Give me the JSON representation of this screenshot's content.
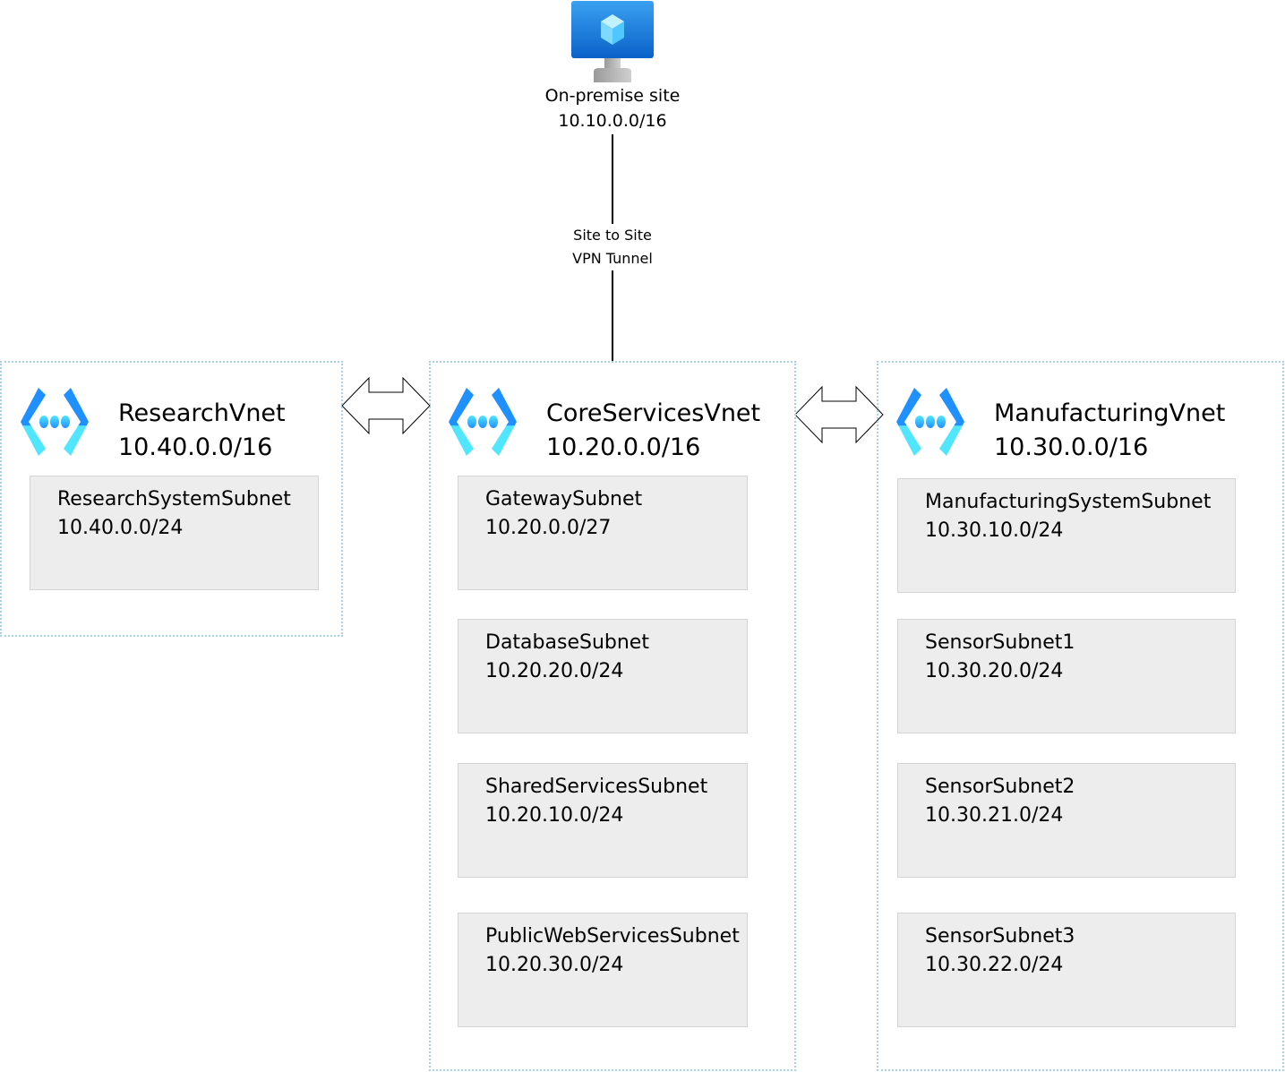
{
  "on_premise": {
    "name": "On-premise site",
    "cidr": "10.10.0.0/16",
    "icon": "monitor-icon"
  },
  "tunnel": {
    "line1": "Site to Site",
    "line2": "VPN Tunnel"
  },
  "colors": {
    "vnet_border": "#a9cfe9",
    "subnet_fill": "#ededed",
    "icon_blue_dark": "#1e90ff",
    "icon_blue_light": "#50e6ff"
  },
  "vnets": {
    "research": {
      "name": "ResearchVnet",
      "cidr": "10.40.0.0/16",
      "subnets": [
        {
          "name": "ResearchSystemSubnet",
          "cidr": "10.40.0.0/24"
        }
      ]
    },
    "core": {
      "name": "CoreServicesVnet",
      "cidr": "10.20.0.0/16",
      "subnets": [
        {
          "name": "GatewaySubnet",
          "cidr": "10.20.0.0/27"
        },
        {
          "name": "DatabaseSubnet",
          "cidr": "10.20.20.0/24"
        },
        {
          "name": "SharedServicesSubnet",
          "cidr": "10.20.10.0/24"
        },
        {
          "name": "PublicWebServicesSubnet",
          "cidr": "10.20.30.0/24"
        }
      ]
    },
    "manufacturing": {
      "name": "ManufacturingVnet",
      "cidr": "10.30.0.0/16",
      "subnets": [
        {
          "name": "ManufacturingSystemSubnet",
          "cidr": "10.30.10.0/24"
        },
        {
          "name": "SensorSubnet1",
          "cidr": "10.30.20.0/24"
        },
        {
          "name": "SensorSubnet2",
          "cidr": "10.30.21.0/24"
        },
        {
          "name": "SensorSubnet3",
          "cidr": "10.30.22.0/24"
        }
      ]
    }
  }
}
